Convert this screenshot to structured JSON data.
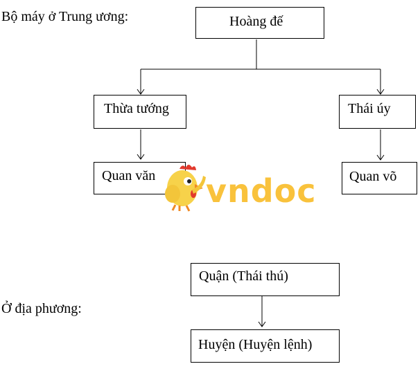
{
  "central": {
    "heading": "Bộ máy ở Trung ương:",
    "emperor": "Hoàng đế",
    "chancellor": "Thừa tướng",
    "grand_commandant": "Thái úy",
    "civil_officials": "Quan văn",
    "military_officials": "Quan võ"
  },
  "local": {
    "heading": "Ở địa phương:",
    "commandery": "Quận (Thái thú)",
    "county": "Huyện (Huyện lệnh)"
  },
  "watermark": {
    "text": "vndoc",
    "icon": "chicken-mascot-icon",
    "colors": {
      "text": "#f9c23c",
      "mascot_body": "#f7d24a",
      "mascot_comb": "#e23a2e"
    }
  },
  "colors": {
    "line": "#000000",
    "box_border": "#000000",
    "background": "#ffffff"
  }
}
